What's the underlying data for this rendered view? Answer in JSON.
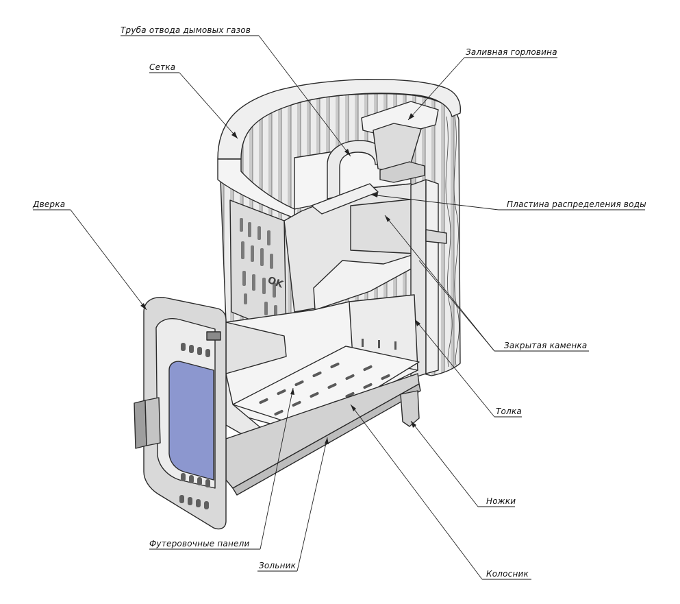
{
  "labels": {
    "pipe": "Труба отвода дымовых газов",
    "neck": "Заливная горловина",
    "mesh": "Сетка",
    "door": "Дверка",
    "plate": "Пластина распределения воды",
    "heater": "Закрытая каменка",
    "tolka": "Толка",
    "legs": "Ножки",
    "lining": "Футеровочные панели",
    "ash": "Зольник",
    "grate": "Колосник"
  },
  "colors": {
    "glass": "#8c97cf",
    "metal_light": "#f1f1f1",
    "metal_mid": "#d6d6d6",
    "metal_dark": "#b8b8b8",
    "outline": "#2a2a2a"
  }
}
